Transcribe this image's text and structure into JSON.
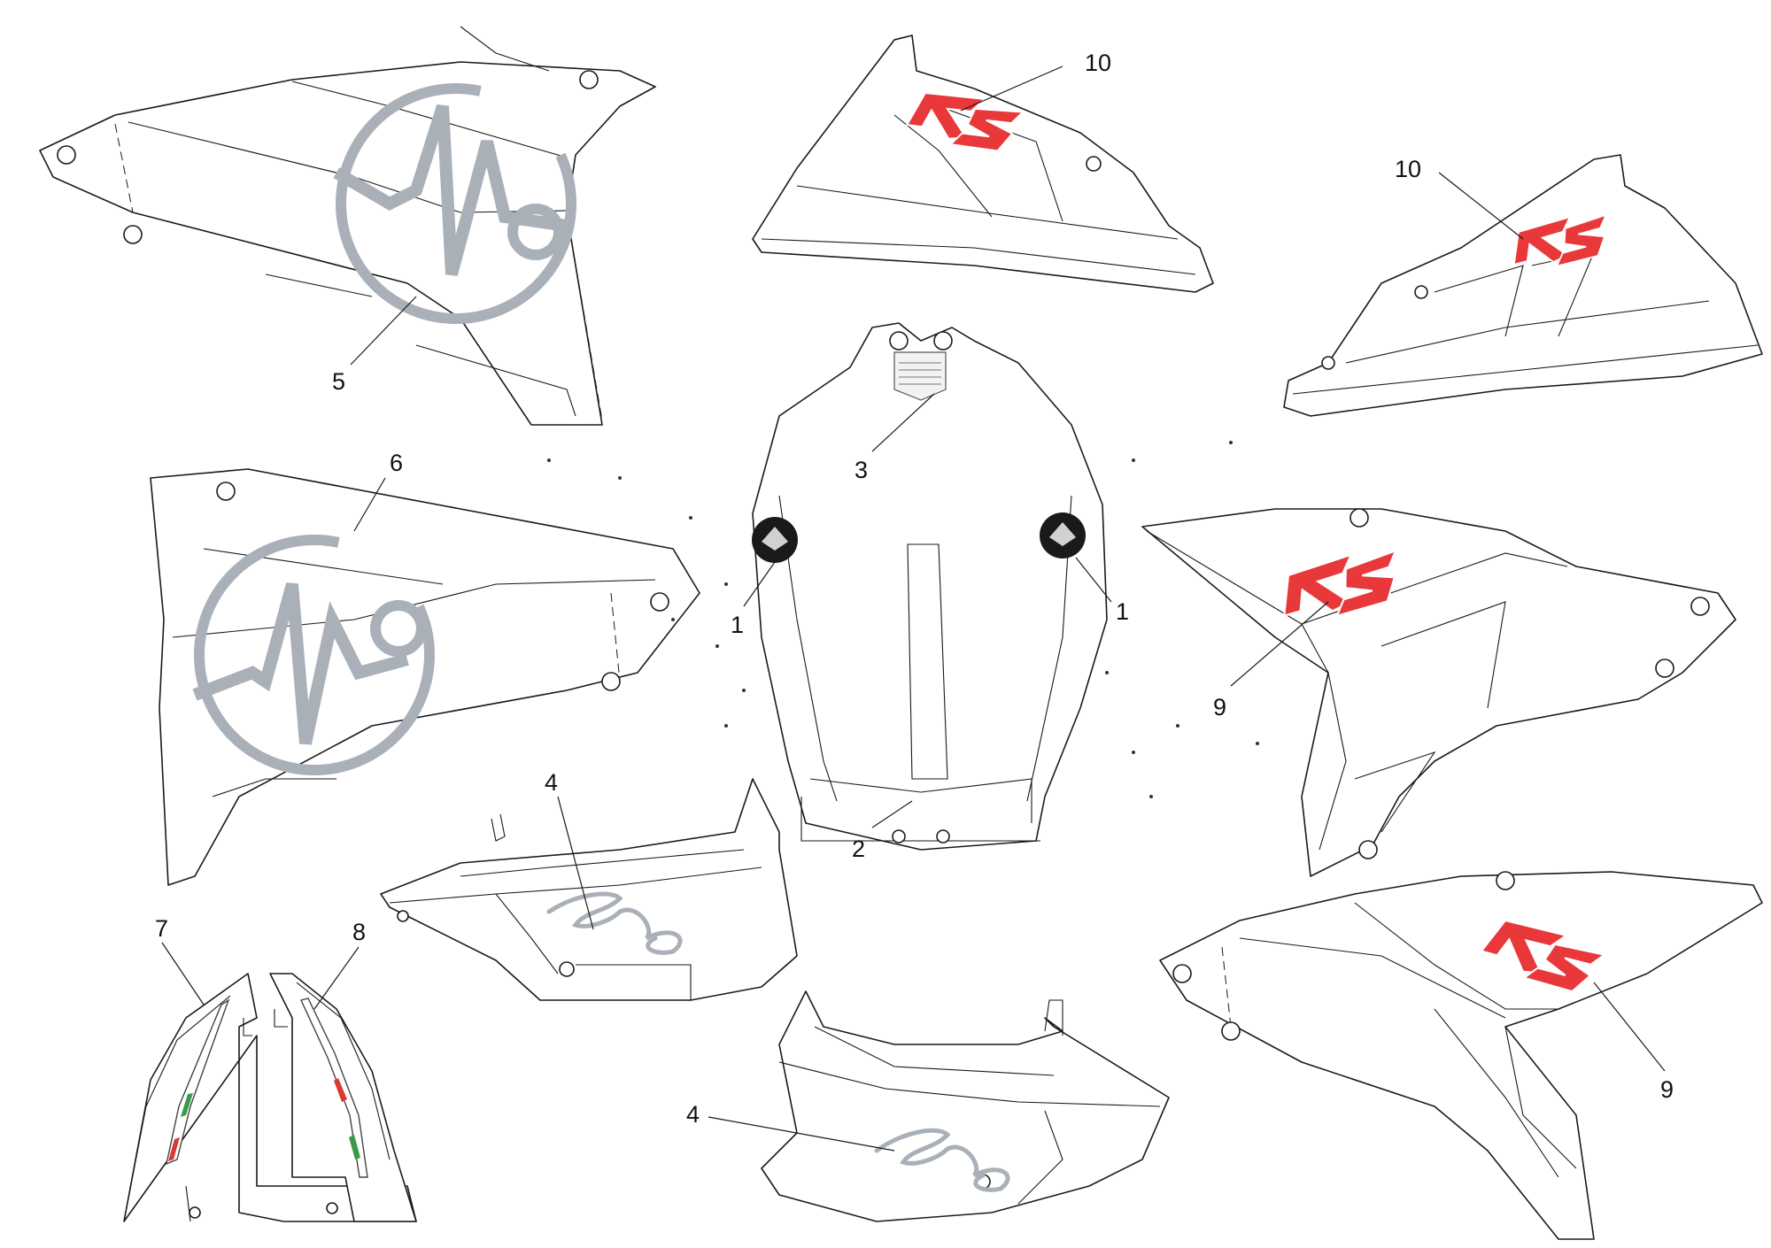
{
  "colors": {
    "line": "#1a1a1a",
    "logo_grey": "#aab0b8",
    "rs_red": "#e8383a",
    "italy_green": "#3a9a4a",
    "italy_red": "#d93a32",
    "badge_black": "#1a1a1a"
  },
  "callouts": {
    "c1a": "1",
    "c1b": "1",
    "c2": "2",
    "c3": "3",
    "c4a": "4",
    "c4b": "4",
    "c5": "5",
    "c6": "6",
    "c7": "7",
    "c8": "8",
    "c9a": "9",
    "c9b": "9",
    "c10a": "10",
    "c10b": "10"
  },
  "decals": {
    "rs_text": "RS",
    "ego_signature": "Ego",
    "emblem": "me-pulse-emblem",
    "warning_label": "warning-label",
    "tricolore": "italian-tricolore-stripe",
    "round_badge": "round-badge-emblem"
  }
}
